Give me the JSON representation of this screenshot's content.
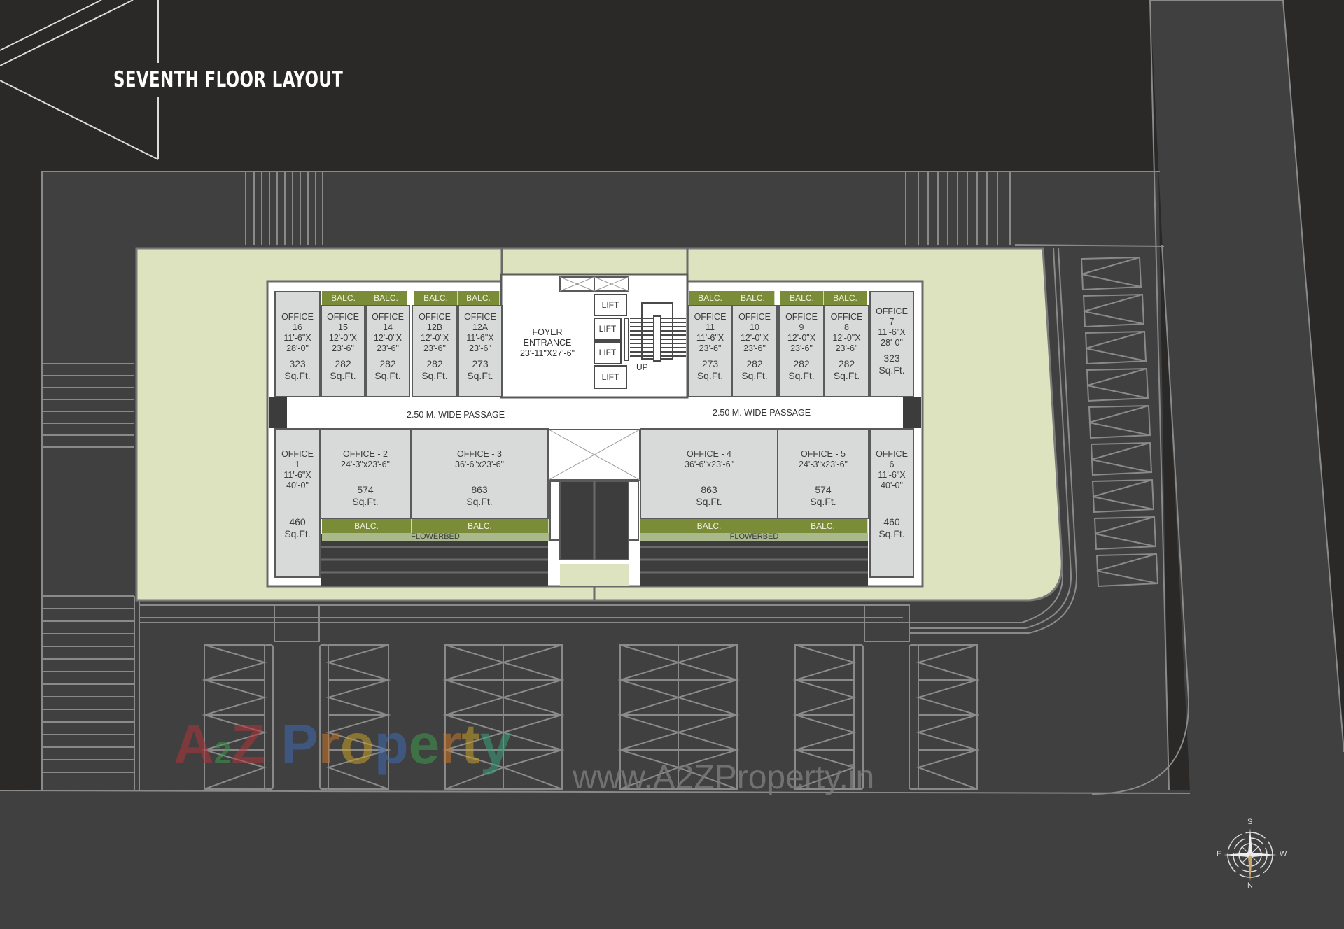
{
  "title": "SEVENTH FLOOR LAYOUT",
  "colors": {
    "background_dark": "#2a2928",
    "site_grey": "#404040",
    "landscape_green": "#dde3bf",
    "room_fill": "#d8d9d9",
    "balcony_green": "#7b8c38",
    "flowerbed_green": "#a9b98c",
    "line_grey": "#8a8a8a"
  },
  "offices_top": [
    {
      "id": "16",
      "label": "OFFICE",
      "number": "16",
      "dims": "11'-6\"X",
      "dims2": "28'-0\"",
      "area": "323",
      "unit": "Sq.Ft."
    },
    {
      "id": "15",
      "label": "OFFICE",
      "number": "15",
      "dims": "12'-0\"X",
      "dims2": "23'-6\"",
      "area": "282",
      "unit": "Sq.Ft."
    },
    {
      "id": "14",
      "label": "OFFICE",
      "number": "14",
      "dims": "12'-0\"X",
      "dims2": "23'-6\"",
      "area": "282",
      "unit": "Sq.Ft."
    },
    {
      "id": "12B",
      "label": "OFFICE",
      "number": "12B",
      "dims": "12'-0\"X",
      "dims2": "23'-6\"",
      "area": "282",
      "unit": "Sq.Ft."
    },
    {
      "id": "12A",
      "label": "OFFICE",
      "number": "12A",
      "dims": "11'-6\"X",
      "dims2": "23'-6\"",
      "area": "273",
      "unit": "Sq.Ft."
    },
    {
      "id": "11",
      "label": "OFFICE",
      "number": "11",
      "dims": "11'-6\"X",
      "dims2": "23'-6\"",
      "area": "273",
      "unit": "Sq.Ft."
    },
    {
      "id": "10",
      "label": "OFFICE",
      "number": "10",
      "dims": "12'-0\"X",
      "dims2": "23'-6\"",
      "area": "282",
      "unit": "Sq.Ft."
    },
    {
      "id": "9",
      "label": "OFFICE",
      "number": "9",
      "dims": "12'-0\"X",
      "dims2": "23'-6\"",
      "area": "282",
      "unit": "Sq.Ft."
    },
    {
      "id": "8",
      "label": "OFFICE",
      "number": "8",
      "dims": "12'-0\"X",
      "dims2": "23'-6\"",
      "area": "282",
      "unit": "Sq.Ft."
    },
    {
      "id": "7",
      "label": "OFFICE",
      "number": "7",
      "dims": "11'-6\"X",
      "dims2": "28'-0\"",
      "area": "323",
      "unit": "Sq.Ft."
    }
  ],
  "offices_bottom": [
    {
      "id": "1",
      "label": "OFFICE",
      "number": "1",
      "dims": "11'-6\"X",
      "dims2": "40'-0\"",
      "area": "460",
      "unit": "Sq.Ft."
    },
    {
      "id": "2",
      "label": "OFFICE - 2",
      "dims": "24'-3\"x23'-6\"",
      "area": "574",
      "unit": "Sq.Ft."
    },
    {
      "id": "3",
      "label": "OFFICE - 3",
      "dims": "36'-6\"x23'-6\"",
      "area": "863",
      "unit": "Sq.Ft."
    },
    {
      "id": "4",
      "label": "OFFICE - 4",
      "dims": "36'-6\"x23'-6\"",
      "area": "863",
      "unit": "Sq.Ft."
    },
    {
      "id": "5",
      "label": "OFFICE - 5",
      "dims": "24'-3\"x23'-6\"",
      "area": "574",
      "unit": "Sq.Ft."
    },
    {
      "id": "6",
      "label": "OFFICE",
      "number": "6",
      "dims": "11'-6\"X",
      "dims2": "40'-0\"",
      "area": "460",
      "unit": "Sq.Ft."
    }
  ],
  "balcony_label": "BALC.",
  "flowerbed_label": "FLOWERBED",
  "passage_label": "2.50 M. WIDE PASSAGE",
  "foyer": {
    "line1": "FOYER",
    "line2": "ENTRANCE",
    "dims": "23'-11\"X27'-6\""
  },
  "lift_label": "LIFT",
  "stair_label": "UP",
  "compass": {
    "S": "S",
    "E": "E",
    "W": "W",
    "N": "N"
  },
  "watermark": {
    "brand": [
      "A",
      "2",
      "Z",
      " ",
      "P",
      "r",
      "o",
      "p",
      "e",
      "r",
      "t",
      "y"
    ],
    "url": "www.A2ZProperty.in"
  }
}
